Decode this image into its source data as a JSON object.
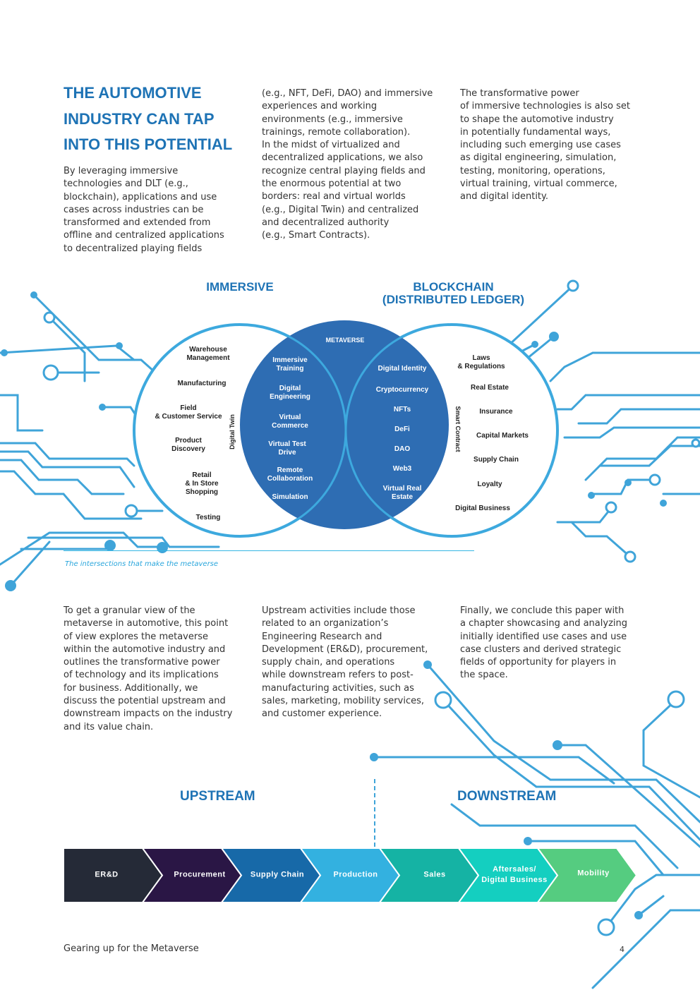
{
  "heading": {
    "lines": [
      "THE AUTOMOTIVE",
      "INDUSTRY CAN TAP",
      "INTO THIS POTENTIAL"
    ]
  },
  "intro": {
    "col1": [
      "By leveraging immersive",
      "technologies and DLT (e.g.,",
      "blockchain), applications and use",
      "cases across industries can be",
      "transformed and extended from",
      "offline and centralized applications",
      "to decentralized playing fields"
    ],
    "col2": [
      "(e.g., NFT, DeFi, DAO) and immersive",
      "experiences and working",
      "environments (e.g., immersive",
      "trainings, remote collaboration).",
      "In the midst of virtualized and",
      "decentralized applications, we also",
      "recognize central playing fields and",
      "the enormous potential at two",
      "borders: real and virtual worlds",
      "(e.g., Digital Twin) and centralized",
      "and decentralized authority",
      "(e.g., Smart Contracts)."
    ],
    "col3": [
      "The transformative power",
      "of immersive technologies is also set",
      "to shape the automotive industry",
      "in potentially fundamental ways,",
      "including such emerging use cases",
      "as digital engineering, simulation,",
      "testing,  monitoring, operations,",
      "virtual training, virtual commerce,",
      "and digital identity."
    ]
  },
  "venn": {
    "immersive_title": "IMMERSIVE",
    "blockchain_title_1": "BLOCKCHAIN",
    "blockchain_title_2": "(DISTRIBUTED LEDGER)",
    "metaverse_label": "METAVERSE",
    "digital_twin_label": "Digital Twin",
    "smart_contract_label": "Smart Contract",
    "left_items": [
      [
        "Warehouse",
        "Management"
      ],
      [
        "Manufacturing"
      ],
      [
        "Field",
        "& Customer Service"
      ],
      [
        "Product",
        "Discovery"
      ],
      [
        "Retail",
        "& In Store",
        "Shopping"
      ],
      [
        "Testing"
      ]
    ],
    "center_left_items": [
      [
        "Immersive",
        "Training"
      ],
      [
        "Digital",
        "Engineering"
      ],
      [
        "Virtual",
        "Commerce"
      ],
      [
        "Virtual Test",
        "Drive"
      ],
      [
        "Remote",
        "Collaboration"
      ],
      [
        "Simulation"
      ]
    ],
    "center_right_items": [
      [
        "Digital Identity"
      ],
      [
        "Cryptocurrency"
      ],
      [
        "NFTs"
      ],
      [
        "DeFi"
      ],
      [
        "DAO"
      ],
      [
        "Web3"
      ],
      [
        "Virtual Real",
        "Estate"
      ]
    ],
    "right_items": [
      [
        "Laws",
        "& Regulations"
      ],
      [
        "Real Estate"
      ],
      [
        "Insurance"
      ],
      [
        "Capital Markets"
      ],
      [
        "Supply Chain"
      ],
      [
        "Loyalty"
      ],
      [
        "Digital Business"
      ]
    ],
    "caption": "The intersections that make the metaverse",
    "colors": {
      "circle_stroke": "#3da9de",
      "overlap_fill": "#2e6db3",
      "circuit": "#3fa4d9"
    }
  },
  "body": {
    "col1": [
      "To get a granular view of the",
      "metaverse in automotive, this point",
      "of view explores the metaverse",
      "within the automotive industry and",
      "outlines the transformative power",
      "of technology and its implications",
      "for business. Additionally, we",
      "discuss the potential upstream and",
      "downstream impacts on the industry",
      "and its value chain."
    ],
    "col2": [
      "Upstream activities include those",
      "related to an organization’s",
      "Engineering Research and",
      "Development (ER&D), procurement,",
      "supply chain, and operations",
      "while downstream refers to post-",
      "manufacturing activities, such as",
      "sales, marketing, mobility services,",
      "and customer experience."
    ],
    "col3": [
      "Finally, we conclude this paper with",
      "a chapter showcasing and analyzing",
      "initially identified use cases and use",
      "case clusters and derived strategic",
      "fields of opportunity for players in",
      "the space."
    ]
  },
  "value_chain": {
    "upstream_label": "UPSTREAM",
    "downstream_label": "DOWNSTREAM",
    "steps": [
      {
        "lines": [
          "ER&D"
        ],
        "color": "#252a37"
      },
      {
        "lines": [
          "Procurement"
        ],
        "color": "#2a1645"
      },
      {
        "lines": [
          "Supply Chain"
        ],
        "color": "#1769a8"
      },
      {
        "lines": [
          "Production"
        ],
        "color": "#33b1e0"
      },
      {
        "lines": [
          "Sales"
        ],
        "color": "#15b3a4"
      },
      {
        "lines": [
          "Aftersales/",
          "Digital Business"
        ],
        "color": "#14cfc0"
      },
      {
        "lines": [
          "Mobility"
        ],
        "color": "#55cc80"
      }
    ]
  },
  "footer": {
    "title": "Gearing up for the Metaverse",
    "page": "4"
  }
}
